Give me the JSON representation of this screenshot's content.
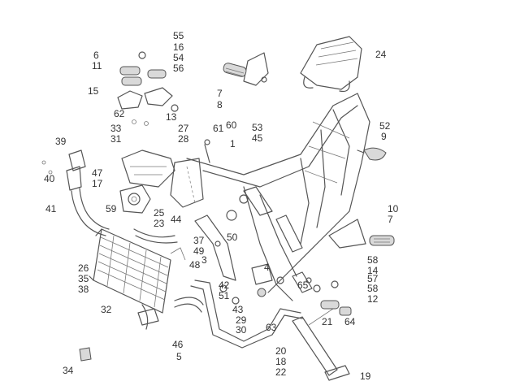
{
  "callouts": [
    "55",
    "16",
    "54",
    "56",
    "6",
    "11",
    "24",
    "15",
    "7",
    "8",
    "62",
    "13",
    "33",
    "31",
    "27",
    "28",
    "61",
    "60",
    "53",
    "45",
    "52",
    "9",
    "1",
    "39",
    "40",
    "47",
    "17",
    "41",
    "59",
    "44",
    "25",
    "23",
    "10",
    "7",
    "37",
    "49",
    "50",
    "48",
    "3",
    "58",
    "14",
    "57",
    "58",
    "12",
    "26",
    "35",
    "38",
    "42",
    "51",
    "4",
    "65",
    "32",
    "43",
    "29",
    "30",
    "63",
    "21",
    "64",
    "46",
    "5",
    "20",
    "18",
    "22",
    "34",
    "19"
  ],
  "colors": {
    "ink": "#555555",
    "label": "#333333",
    "paper": "#ffffff",
    "shade": "#d9d9d9"
  }
}
